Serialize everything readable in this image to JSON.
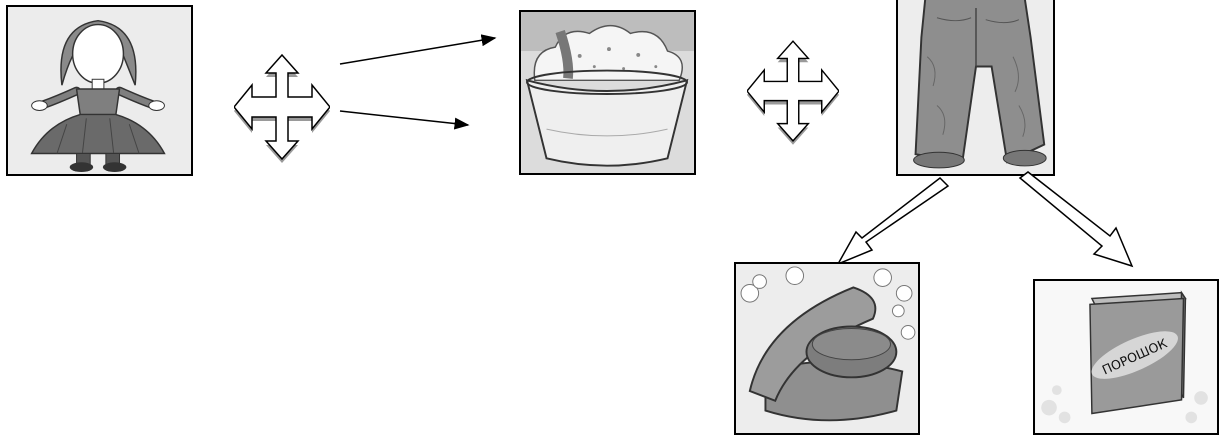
{
  "frames": {
    "girl": {
      "label": "girl"
    },
    "basin": {
      "label": "wash-basin"
    },
    "pants": {
      "label": "dirty-trousers"
    },
    "soap": {
      "label": "soap-in-dish"
    },
    "powder": {
      "label": "powder-box",
      "box_text": "ПОРОШОК"
    }
  },
  "colors": {
    "stroke": "#000000",
    "shade": "#9a9a9a",
    "light": "#d8d8d8",
    "dark": "#6f6f6f"
  },
  "icons": [
    "four-way-arrow-icon",
    "arrow-right-icon",
    "hollow-arrow-icon"
  ]
}
